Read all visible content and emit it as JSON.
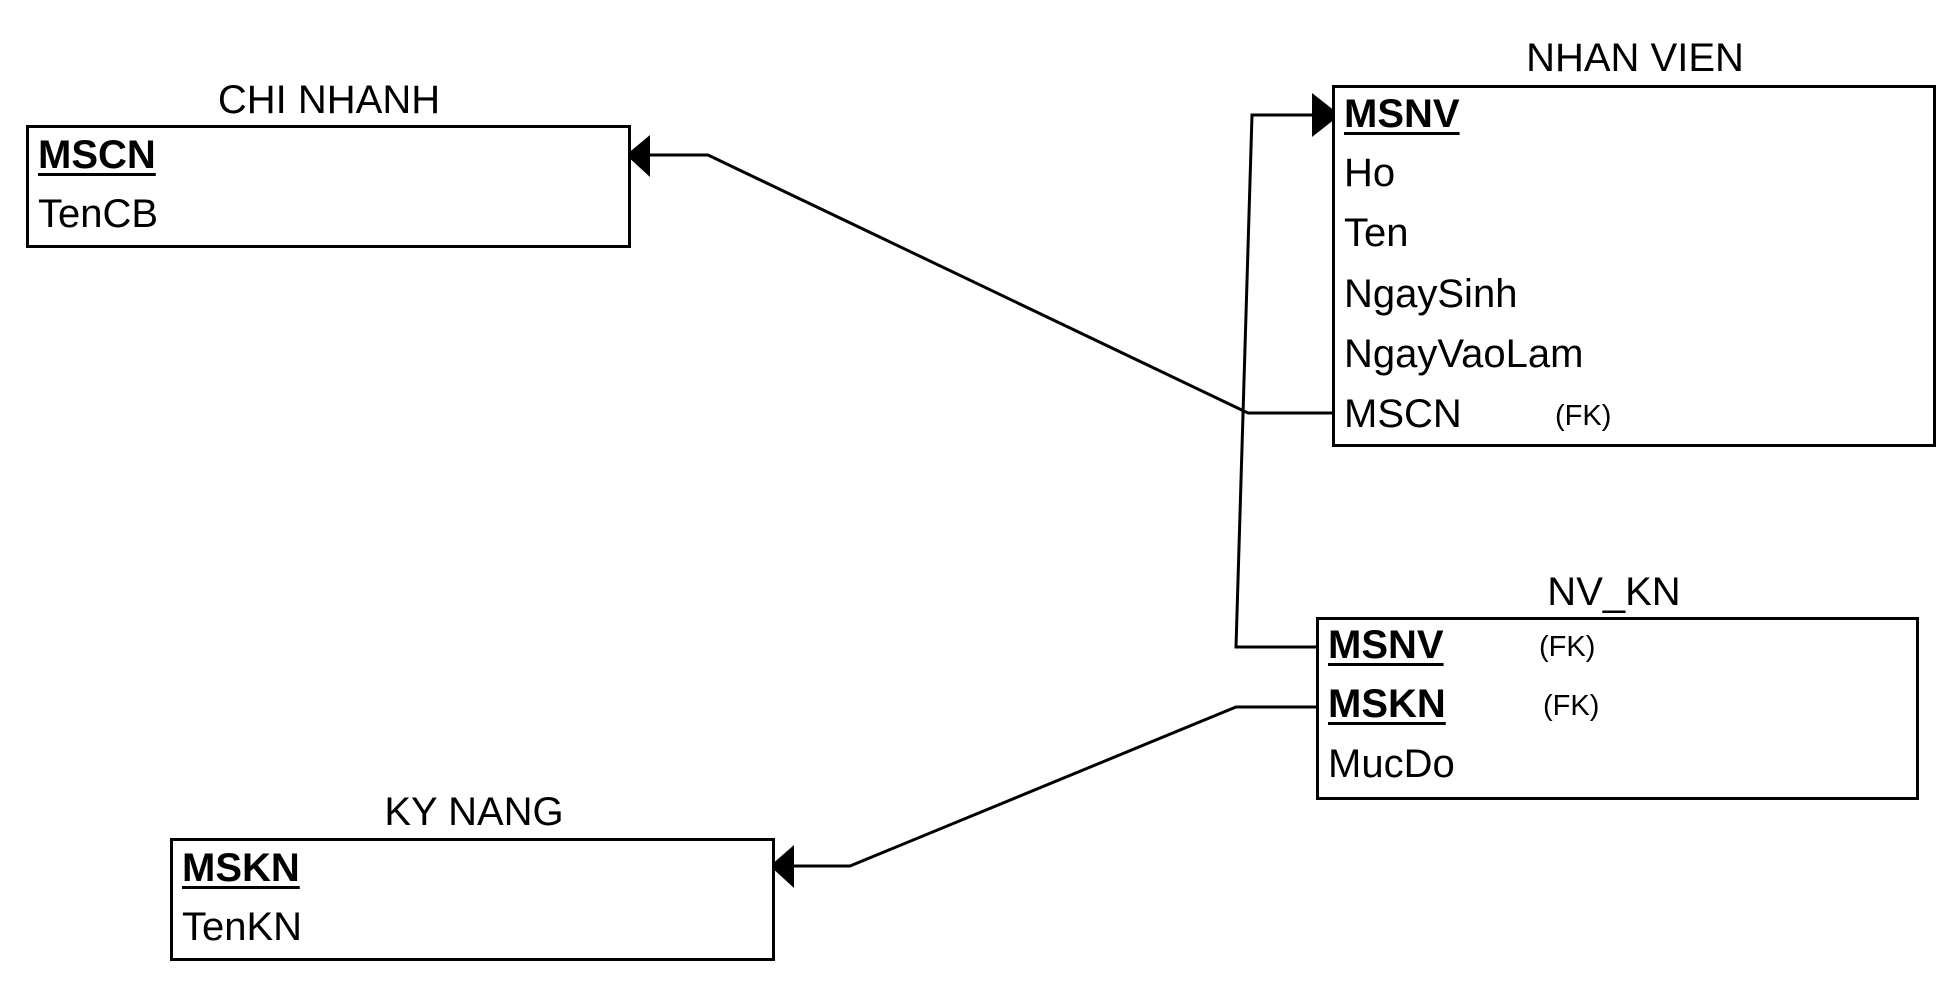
{
  "entities": {
    "chi_nhanh": {
      "title": "CHI NHANH",
      "fields": [
        "MSCN",
        "TenCB"
      ]
    },
    "nhan_vien": {
      "title": "NHAN VIEN",
      "fields": [
        "MSNV",
        "Ho",
        "Ten",
        "NgaySinh",
        "NgayVaoLam",
        "MSCN"
      ],
      "fk_label": "(FK)"
    },
    "nv_kn": {
      "title": "NV_KN",
      "fields": [
        "MSNV",
        "MSKN",
        "MucDo"
      ],
      "fk_labels": [
        "(FK)",
        "(FK)"
      ]
    },
    "ky_nang": {
      "title": "KY NANG",
      "fields": [
        "MSKN",
        "TenKN"
      ]
    }
  }
}
